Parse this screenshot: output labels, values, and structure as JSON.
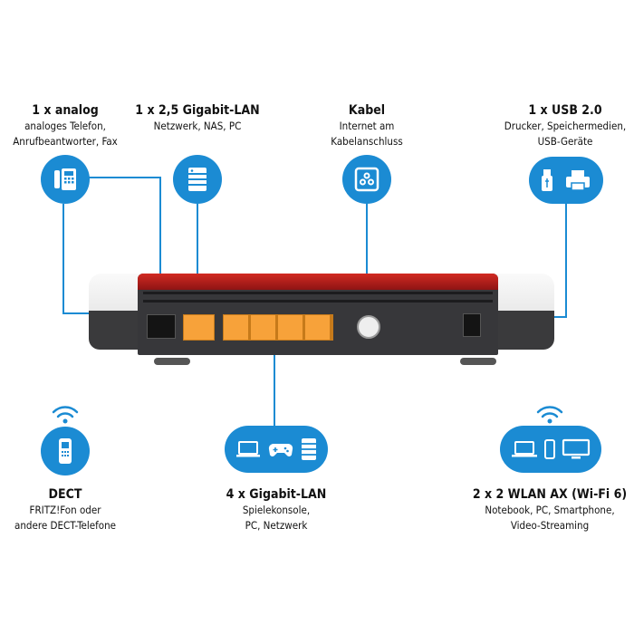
{
  "top": [
    {
      "title": "1 x analog",
      "lines": [
        "analoges Telefon,",
        "Anrufbeantworter, Fax"
      ],
      "icon": "phone-icon"
    },
    {
      "title": "1 x 2,5 Gigabit-LAN",
      "lines": [
        "Netzwerk, NAS, PC"
      ],
      "icon": "server-icon"
    },
    {
      "title": "Kabel",
      "lines": [
        "Internet am",
        "Kabelanschluss"
      ],
      "icon": "cable-socket-icon"
    },
    {
      "title": "1 x USB 2.0",
      "lines": [
        "Drucker, Speichermedien,",
        "USB-Geräte"
      ],
      "icon": "usb-printer-icon"
    }
  ],
  "bottom": [
    {
      "title": "DECT",
      "lines": [
        "FRITZ!Fon oder",
        "andere DECT-Telefone"
      ],
      "icon": "dect-phone-icon"
    },
    {
      "title": "4 x Gigabit-LAN",
      "lines": [
        "Spielekonsole,",
        "PC, Netzwerk"
      ],
      "icon": "laptop-gamepad-server-icon"
    },
    {
      "title": "2 x 2 WLAN AX (Wi-Fi 6)",
      "lines": [
        "Notebook, PC, Smartphone,",
        "Video-Streaming"
      ],
      "icon": "laptop-phone-monitor-icon"
    }
  ],
  "colors": {
    "accent": "#1b8bd3",
    "router_red": "#b01c1c",
    "port_orange": "#f7a23a"
  }
}
